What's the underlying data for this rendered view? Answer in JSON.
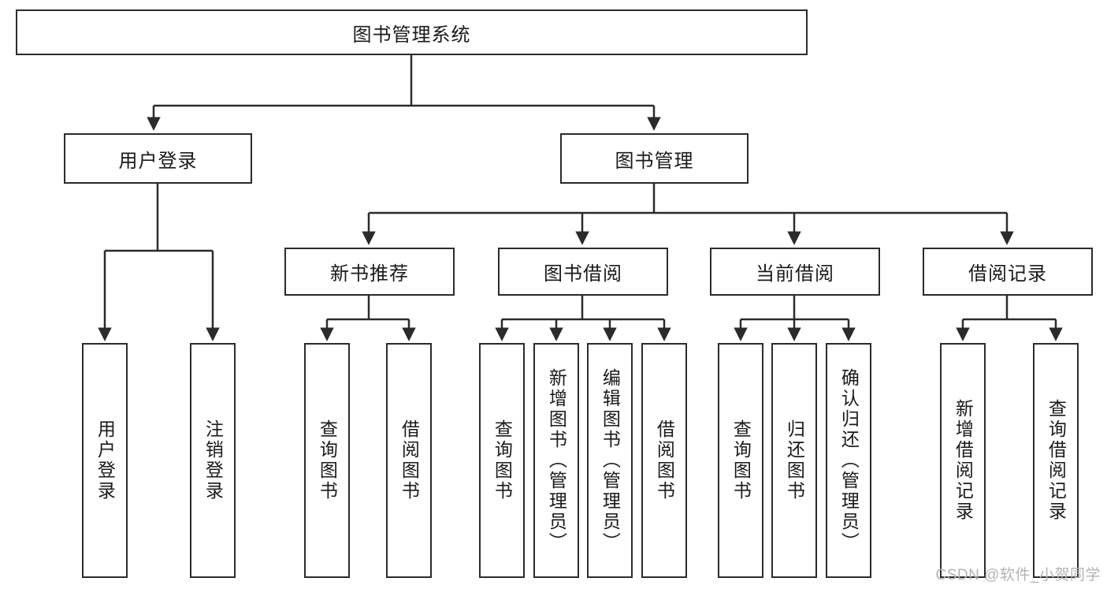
{
  "diagram": {
    "title": "图书管理系统",
    "type": "tree",
    "root": {
      "id": "root",
      "label": "图书管理系统",
      "orientation": "horizontal"
    },
    "level2": [
      {
        "id": "user-login",
        "label": "用户登录",
        "orientation": "horizontal"
      },
      {
        "id": "book-management",
        "label": "图书管理",
        "orientation": "horizontal"
      }
    ],
    "level3": [
      {
        "id": "new-book-recommend",
        "label": "新书推荐",
        "orientation": "horizontal",
        "parent": "book-management"
      },
      {
        "id": "book-borrow",
        "label": "图书借阅",
        "orientation": "horizontal",
        "parent": "book-management"
      },
      {
        "id": "current-borrow",
        "label": "当前借阅",
        "orientation": "horizontal",
        "parent": "book-management"
      },
      {
        "id": "borrow-record",
        "label": "借阅记录",
        "orientation": "horizontal",
        "parent": "book-management"
      }
    ],
    "leaves": [
      {
        "id": "leaf-user-login",
        "label": "用户登录",
        "parent": "user-login"
      },
      {
        "id": "leaf-logout-login",
        "label": "注销登录",
        "parent": "user-login"
      },
      {
        "id": "leaf-query-book-1",
        "label": "查询图书",
        "parent": "new-book-recommend"
      },
      {
        "id": "leaf-borrow-book-1",
        "label": "借阅图书",
        "parent": "new-book-recommend"
      },
      {
        "id": "leaf-query-book-2",
        "label": "查询图书",
        "parent": "book-borrow"
      },
      {
        "id": "leaf-add-book",
        "label": "新增图书（管理员）",
        "parent": "book-borrow"
      },
      {
        "id": "leaf-edit-book",
        "label": "编辑图书（管理员）",
        "parent": "book-borrow"
      },
      {
        "id": "leaf-borrow-book-2",
        "label": "借阅图书",
        "parent": "book-borrow"
      },
      {
        "id": "leaf-query-book-3",
        "label": "查询图书",
        "parent": "current-borrow"
      },
      {
        "id": "leaf-return-book",
        "label": "归还图书",
        "parent": "current-borrow"
      },
      {
        "id": "leaf-confirm-return",
        "label": "确认归还（管理员）",
        "parent": "current-borrow"
      },
      {
        "id": "leaf-add-record",
        "label": "新增借阅记录",
        "parent": "borrow-record"
      },
      {
        "id": "leaf-query-record",
        "label": "查询借阅记录",
        "parent": "borrow-record"
      }
    ],
    "colors": {
      "stroke": "#2b2b2b",
      "fill": "#ffffff",
      "text": "#1a1a1a",
      "watermark": "#b4b4b4"
    }
  },
  "watermark": {
    "text": "CSDN @软件_小贺同学"
  }
}
